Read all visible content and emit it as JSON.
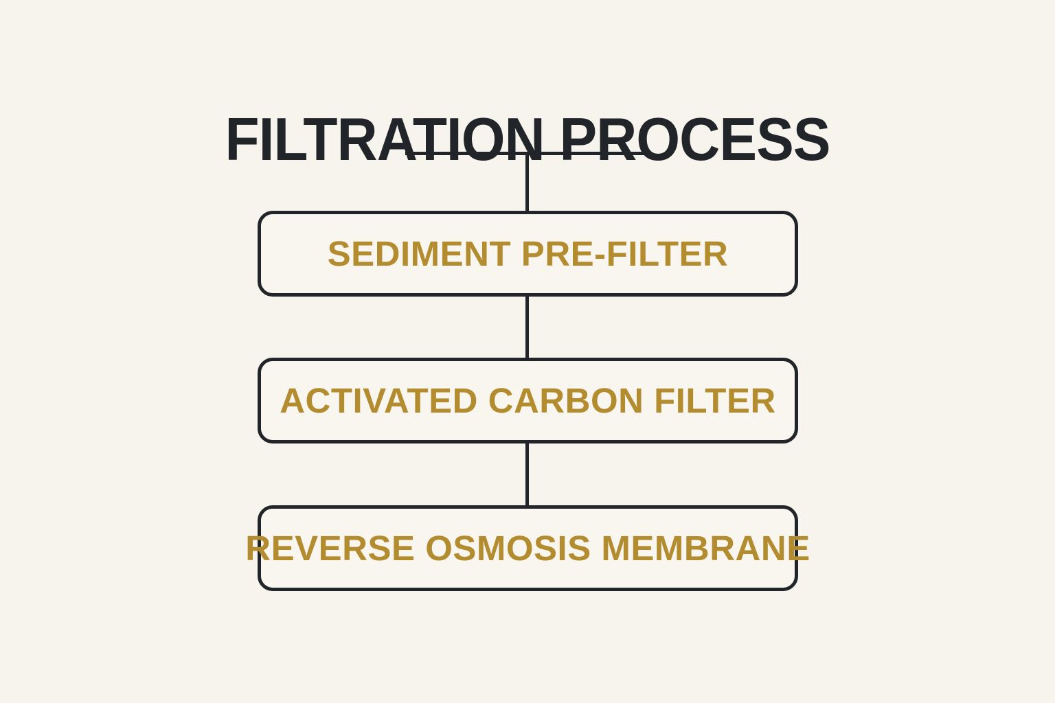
{
  "diagram": {
    "title": "FILTRATION PROCESS",
    "type": "flowchart",
    "colors": {
      "background": "#f7f4ed",
      "ink": "#212428",
      "accent_gold": "#b28c2e"
    },
    "steps": [
      {
        "label": "SEDIMENT PRE-FILTER"
      },
      {
        "label": "ACTIVATED CARBON FILTER"
      },
      {
        "label": "REVERSE OSMOSIS MEMBRANE"
      }
    ]
  }
}
